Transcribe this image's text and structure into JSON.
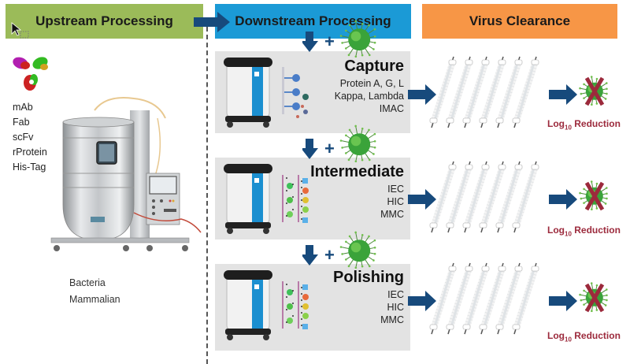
{
  "headers": {
    "upstream": "Upstream Processing",
    "downstream": "Downstream Processing",
    "virus_clearance": "Virus Clearance"
  },
  "colors": {
    "upstream": "#9bbb59",
    "downstream": "#1b9ad6",
    "virus_clearance": "#f79646",
    "arrow": "#174a7c",
    "log_reduction": "#9c2a3c",
    "virus": "#3aa33a",
    "cross": "#9c2a3c"
  },
  "upstream": {
    "products": [
      "mAb",
      "Fab",
      "scFv",
      "rProtein",
      "His-Tag"
    ],
    "hosts": [
      "Bacteria",
      "Mammalian"
    ]
  },
  "stages": [
    {
      "title": "Capture",
      "lines": [
        "Protein A, G, L",
        "Kappa, Lambda",
        "IMAC"
      ]
    },
    {
      "title": "Intermediate",
      "lines": [
        "IEC",
        "HIC",
        "MMC"
      ]
    },
    {
      "title": "Polishing",
      "lines": [
        "IEC",
        "HIC",
        "MMC"
      ]
    }
  ],
  "plus_sign": "+",
  "log_reduction": {
    "prefix": "Log",
    "subscript": "10",
    "suffix": " Reduction"
  },
  "icons": {
    "antibody": "antibody-icon",
    "bioreactor": "bioreactor-icon",
    "chromatography_system": "chromatography-system-icon",
    "virus": "virus-icon",
    "column": "column-icon",
    "cross": "cross-icon",
    "arrow": "arrow-icon",
    "cursor": "cursor-icon"
  }
}
